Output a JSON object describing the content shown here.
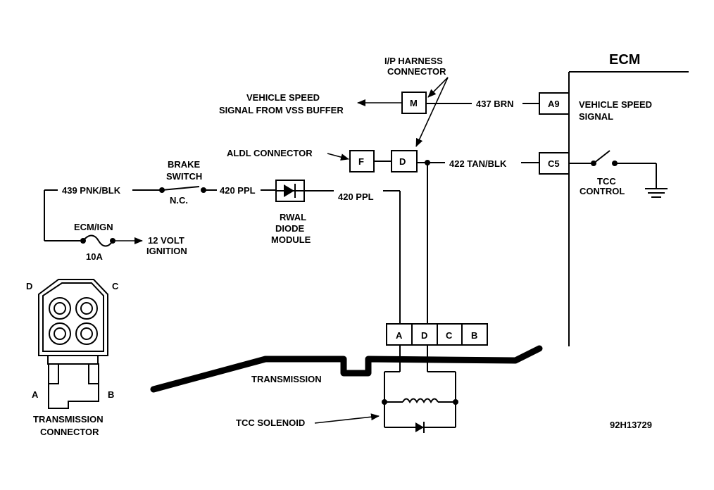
{
  "ecm": {
    "title": "ECM",
    "vehicle_speed_signal": [
      "VEHICLE SPEED",
      "SIGNAL"
    ],
    "tcc_control": [
      "TCC",
      "CONTROL"
    ]
  },
  "ip_harness_connector": [
    "I/P HARNESS",
    "CONNECTOR"
  ],
  "vss_buffer_label": [
    "VEHICLE SPEED",
    "SIGNAL FROM VSS BUFFER"
  ],
  "aldl_connector": "ALDL CONNECTOR",
  "brake_switch": [
    "BRAKE",
    "SWITCH"
  ],
  "nc_label": "N.C.",
  "fuse": {
    "name": "ECM/IGN",
    "rating": "10A",
    "source": [
      "12 VOLT",
      "IGNITION"
    ]
  },
  "rwal": [
    "RWAL",
    "DIODE",
    "MODULE"
  ],
  "wires": {
    "w437": "437 BRN",
    "w422": "422 TAN/BLK",
    "w439": "439 PNK/BLK",
    "w420a": "420 PPL",
    "w420b": "420 PPL"
  },
  "pins": {
    "m": "M",
    "f": "F",
    "d": "D",
    "a9": "A9",
    "c5": "C5"
  },
  "trans_pins": [
    "A",
    "D",
    "C",
    "B"
  ],
  "transmission": "TRANSMISSION",
  "tcc_solenoid": "TCC SOLENOID",
  "connector_view": {
    "corner_d": "D",
    "corner_c": "C",
    "corner_a": "A",
    "corner_b": "B",
    "title": [
      "TRANSMISSION",
      "CONNECTOR"
    ]
  },
  "figure_code": "92H13729"
}
